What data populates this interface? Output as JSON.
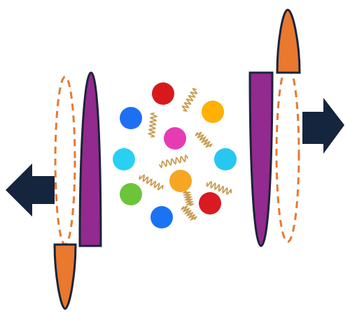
{
  "colors": {
    "background": "#ffffff",
    "arrow": "#14253d",
    "purple_fill": "#932a8f",
    "orange_fill": "#e8792f",
    "outline": "#1b2438",
    "dashed_outline": "#e8792f",
    "spring": "#c89a4e"
  },
  "particles": [
    {
      "color": "#d7191c"
    },
    {
      "color": "#ffb000"
    },
    {
      "color": "#1f6ff5"
    },
    {
      "color": "#e53cb4"
    },
    {
      "color": "#2ad0f3"
    },
    {
      "color": "#26c7f1"
    },
    {
      "color": "#f5a623"
    },
    {
      "color": "#6cc43a"
    },
    {
      "color": "#d91a22"
    },
    {
      "color": "#1a73f2"
    }
  ],
  "springs": [
    {
      "name": "spring-1"
    },
    {
      "name": "spring-2"
    },
    {
      "name": "spring-3"
    },
    {
      "name": "spring-4"
    },
    {
      "name": "spring-5"
    },
    {
      "name": "spring-6"
    },
    {
      "name": "spring-7"
    },
    {
      "name": "spring-8"
    }
  ]
}
